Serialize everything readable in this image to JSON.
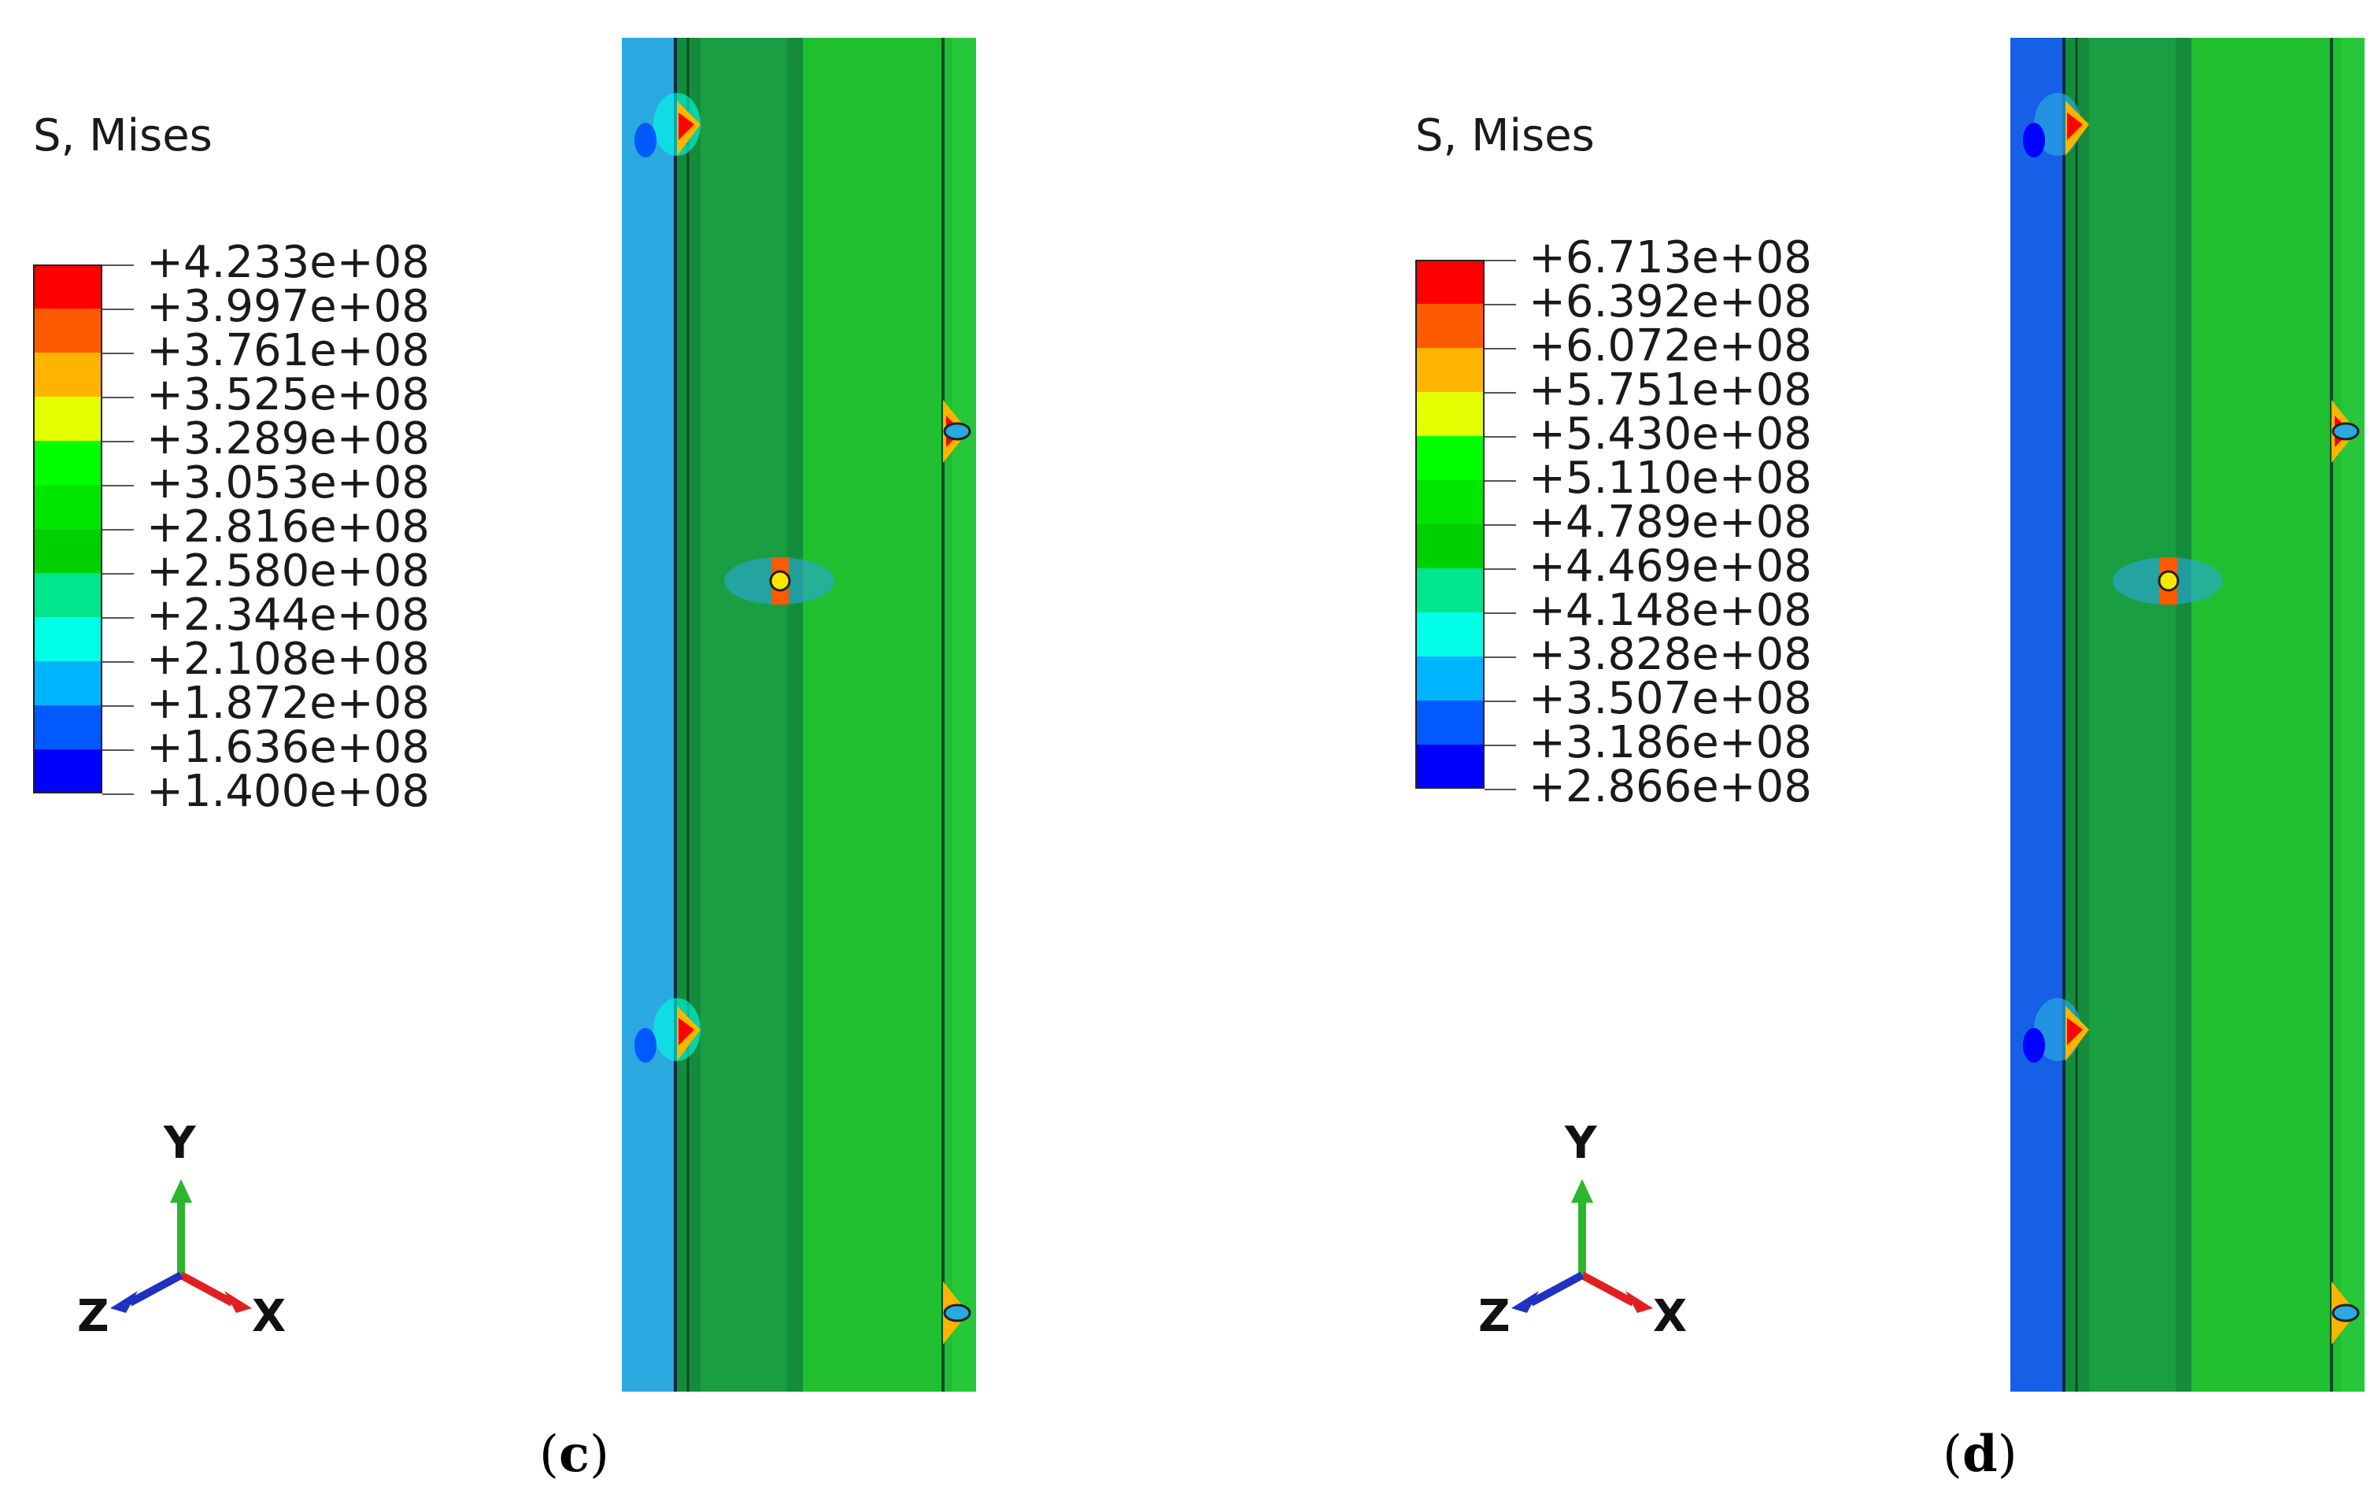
{
  "panels": [
    {
      "id": "c",
      "legend_title": "S, Mises",
      "legend_values": [
        "+4.233e+08",
        "+3.997e+08",
        "+3.761e+08",
        "+3.525e+08",
        "+3.289e+08",
        "+3.053e+08",
        "+2.816e+08",
        "+2.580e+08",
        "+2.344e+08",
        "+2.108e+08",
        "+1.872e+08",
        "+1.636e+08",
        "+1.400e+08"
      ],
      "axis_labels": {
        "y": "Y",
        "z": "Z",
        "x": "X"
      },
      "caption_open": "(",
      "caption_letter": "c",
      "caption_close": ")"
    },
    {
      "id": "d",
      "legend_title": "S, Mises",
      "legend_values": [
        "+6.713e+08",
        "+6.392e+08",
        "+6.072e+08",
        "+5.751e+08",
        "+5.430e+08",
        "+5.110e+08",
        "+4.789e+08",
        "+4.469e+08",
        "+4.148e+08",
        "+3.828e+08",
        "+3.507e+08",
        "+3.186e+08",
        "+2.866e+08"
      ],
      "axis_labels": {
        "y": "Y",
        "z": "Z",
        "x": "X"
      },
      "caption_open": "(",
      "caption_letter": "d",
      "caption_close": ")"
    }
  ],
  "colors": {
    "contour_scale": [
      "#ff0000",
      "#ff5a00",
      "#ffb400",
      "#e6ff00",
      "#00ff00",
      "#00e600",
      "#00d000",
      "#00e68c",
      "#00ffe6",
      "#00b4ff",
      "#005aff",
      "#0000ff"
    ],
    "axis_y": "#2db52d",
    "axis_x": "#e02020",
    "axis_z": "#2030c0",
    "model_green": "#1fbf2f",
    "model_dark_green": "#148c3c",
    "model_light_blue": "#2aa8e0",
    "model_blue": "#1560e6"
  }
}
